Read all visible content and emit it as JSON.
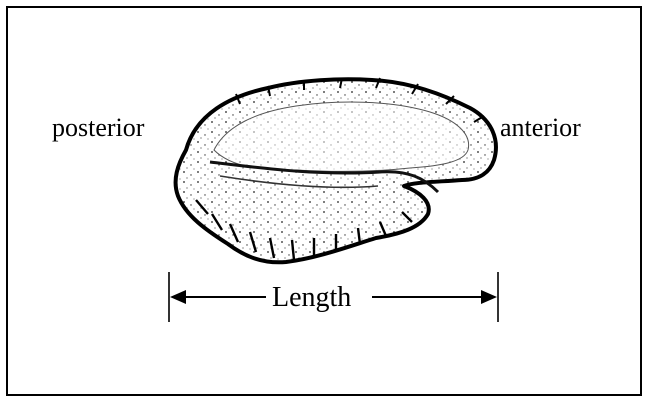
{
  "labels": {
    "posterior": "posterior",
    "anterior": "anterior",
    "length": "Length"
  }
}
